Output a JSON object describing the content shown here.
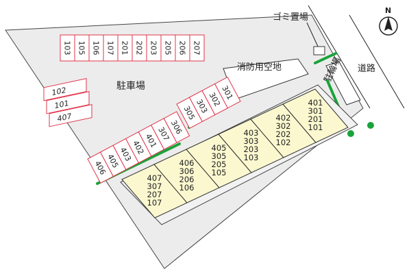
{
  "labels": {
    "parking": "駐車場",
    "fire_space": "消防用空地",
    "garbage": "ゴミ置場",
    "road": "道路",
    "bicycle_parking": "駐輪場",
    "north": "N"
  },
  "parking_rows": {
    "top": [
      "103",
      "105",
      "106",
      "107",
      "201",
      "202",
      "203",
      "205",
      "206",
      "207"
    ],
    "left": [
      "102",
      "101",
      "407"
    ],
    "angled_a": [
      "406",
      "405",
      "403",
      "402",
      "401",
      "307",
      "306"
    ],
    "angled_b": [
      "305",
      "303",
      "302",
      "301"
    ]
  },
  "buildings": [
    [
      "407",
      "307",
      "207",
      "107"
    ],
    [
      "406",
      "306",
      "206",
      "106"
    ],
    [
      "405",
      "305",
      "205",
      "105"
    ],
    [
      "403",
      "303",
      "203",
      "103"
    ],
    [
      "402",
      "302",
      "202",
      "102"
    ],
    [
      "401",
      "301",
      "201",
      "101"
    ]
  ],
  "colors": {
    "lot": "#ececec",
    "parking_stroke": "#e0344a",
    "building_fill": "#fbf8cf",
    "hedge": "#1aa33a"
  }
}
